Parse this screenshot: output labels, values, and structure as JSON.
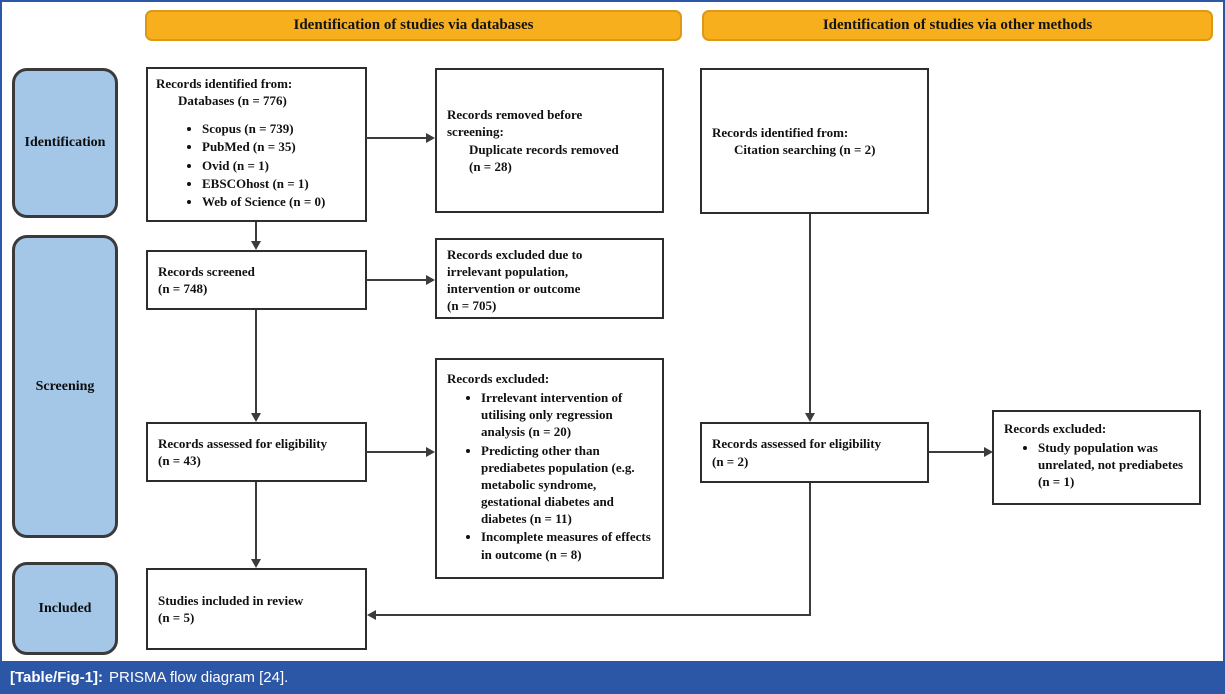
{
  "headers": {
    "databases": "Identification of studies via databases",
    "other_methods": "Identification of studies via other methods"
  },
  "stages": {
    "identification": "Identification",
    "screening": "Screening",
    "included": "Included"
  },
  "boxes": {
    "a1": {
      "line1": "Records identified from:",
      "line2": "Databases (n = 776)",
      "bullets": [
        "Scopus (n = 739)",
        "PubMed (n = 35)",
        "Ovid (n = 1)",
        "EBSCOhost (n = 1)",
        "Web of Science (n = 0)"
      ]
    },
    "b1": {
      "text": "Records removed before\nscreening:",
      "indented": "Duplicate records removed\n(n = 28)"
    },
    "a2": {
      "text": "Records screened\n(n = 748)"
    },
    "b2": {
      "text": "Records excluded due to\nirrelevant population,\nintervention or outcome\n(n = 705)"
    },
    "a3": {
      "text": "Records assessed for eligibility\n(n = 43)"
    },
    "b3": {
      "title": "Records excluded:",
      "bullets": [
        "Irrelevant intervention of utilising only regression analysis (n = 20)",
        "Predicting other than prediabetes population (e.g. metabolic syndrome, gestational diabetes and diabetes (n = 11)",
        "Incomplete measures of effects in outcome (n = 8)"
      ]
    },
    "c1": {
      "line1": "Records identified from:",
      "line2": "Citation searching (n = 2)"
    },
    "c2": {
      "text": "Records assessed for eligibility\n(n = 2)"
    },
    "d1": {
      "title": "Records excluded:",
      "bullets": [
        "Study population was unrelated, not prediabetes (n = 1)"
      ]
    },
    "a4": {
      "text": "Studies included in review\n(n = 5)"
    }
  },
  "caption": {
    "tag": "[Table/Fig-1]:",
    "text": "PRISMA flow diagram [24]."
  },
  "colors": {
    "header_fill": "#F7AF1D",
    "header_border": "#DE9914",
    "stage_fill": "#A4C7E8",
    "caption_bg": "#2B57A6",
    "frame_border": "#2B57A6",
    "line": "#3C3C3C"
  }
}
